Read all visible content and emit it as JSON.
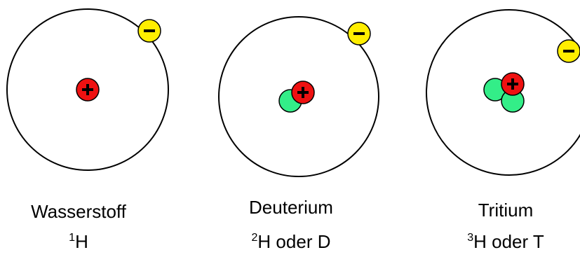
{
  "colors": {
    "proton": "#ee1111",
    "neutron": "#33ee88",
    "electron": "#ffee00",
    "orbit": "#000000",
    "background": "#ffffff"
  },
  "atoms": [
    {
      "name": "Wasserstoff",
      "mass_number": "1",
      "symbol": "H",
      "alias": "",
      "protons": 1,
      "neutrons": 0,
      "electrons": 1
    },
    {
      "name": "Deuterium",
      "mass_number": "2",
      "symbol": "H",
      "alias": " oder D",
      "protons": 1,
      "neutrons": 1,
      "electrons": 1
    },
    {
      "name": "Tritium",
      "mass_number": "3",
      "symbol": "H",
      "alias": " oder T",
      "protons": 1,
      "neutrons": 2,
      "electrons": 1
    }
  ]
}
